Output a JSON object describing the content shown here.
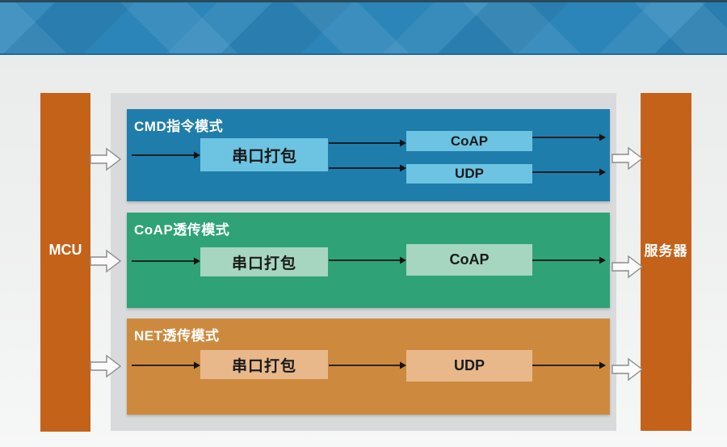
{
  "banner": {
    "description": "blue crosshatch header band"
  },
  "left_bar": {
    "label": "MCU"
  },
  "right_bar": {
    "label": "服务器"
  },
  "rows": [
    {
      "title": "CMD指令模式",
      "theme": "blue",
      "nodes": [
        {
          "label": "串口打包"
        },
        {
          "label": "CoAP"
        },
        {
          "label": "UDP"
        }
      ]
    },
    {
      "title": "CoAP透传模式",
      "theme": "green",
      "nodes": [
        {
          "label": "串口打包"
        },
        {
          "label": "CoAP"
        }
      ]
    },
    {
      "title": "NET透传模式",
      "theme": "orange",
      "nodes": [
        {
          "label": "串口打包"
        },
        {
          "label": "UDP"
        }
      ]
    }
  ],
  "colors": {
    "banner_blue": "#2c85b8",
    "endpoint_orange": "#c4621a",
    "panel_gray": "#d8dadc",
    "row_blue": "#1f7dab",
    "row_green": "#2fa377",
    "row_orange": "#cd8a3e",
    "node_blue": "#6cc4e2",
    "node_green": "#a6d6c0",
    "node_orange": "#e8b88b",
    "connector_black": "#141414"
  }
}
